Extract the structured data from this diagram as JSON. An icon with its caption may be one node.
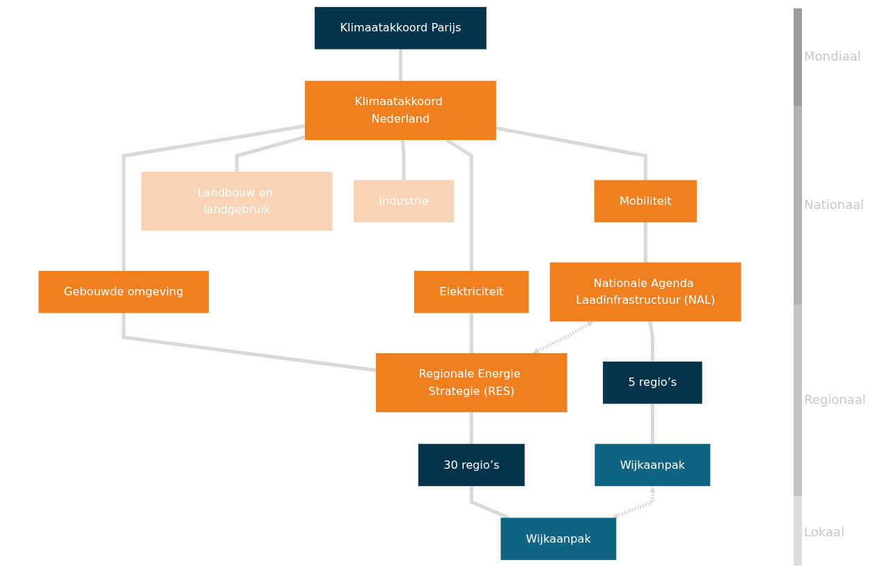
{
  "diagram": {
    "nodes": [
      {
        "text": [
          "Klimaatakkoord Parijs"
        ]
      },
      {
        "text": [
          "Klimaatakkoord Nederland"
        ]
      },
      {
        "text": [
          "Mobiliteit"
        ]
      },
      {
        "text": [
          "Landbouw en landgebruik"
        ]
      },
      {
        "text": [
          "Industrie"
        ]
      },
      {
        "text": [
          "Gebouwde omgeving"
        ]
      },
      {
        "text": [
          "Elektriciteit"
        ]
      },
      {
        "text": [
          "Nationale Agenda Laadinfrastructuur (NAL)"
        ]
      },
      {
        "text": [
          "Regionale Energie Strategie (RES)"
        ]
      },
      {
        "text": [
          "5 regio’s"
        ]
      },
      {
        "text": [
          "30 regio’s"
        ]
      },
      {
        "text": [
          "Wijkaanpak"
        ]
      },
      {
        "text": [
          "Wijkaanpak"
        ]
      }
    ],
    "edges": [
      {
        "from": 0,
        "to": 1,
        "arrow": "none"
      },
      {
        "from": 1,
        "to": 2,
        "arrow": "none"
      },
      {
        "from": 1,
        "to": 3,
        "arrow": "none"
      },
      {
        "from": 1,
        "to": 4,
        "arrow": "none"
      },
      {
        "from": 1,
        "to": 5,
        "arrow": "none"
      },
      {
        "from": 1,
        "to": 6,
        "arrow": "none"
      },
      {
        "from": 2,
        "to": 7,
        "arrow": "none"
      },
      {
        "from": 5,
        "to": 8,
        "arrow": "none"
      },
      {
        "from": 6,
        "to": 8,
        "arrow": "none"
      },
      {
        "from": 7,
        "to": 8,
        "arrow": "both",
        "style": "dashed"
      },
      {
        "from": 7,
        "to": 9,
        "arrow": "none"
      },
      {
        "from": 9,
        "to": 11,
        "arrow": "none"
      },
      {
        "from": 8,
        "to": 10,
        "arrow": "none"
      },
      {
        "from": 10,
        "to": 12,
        "arrow": "none"
      },
      {
        "from": 11,
        "to": 12,
        "arrow": "both",
        "style": "dashed"
      }
    ],
    "labels": [
      "Mondiaal",
      "Nationaal",
      "Regionaal",
      "Lokaal"
    ]
  }
}
